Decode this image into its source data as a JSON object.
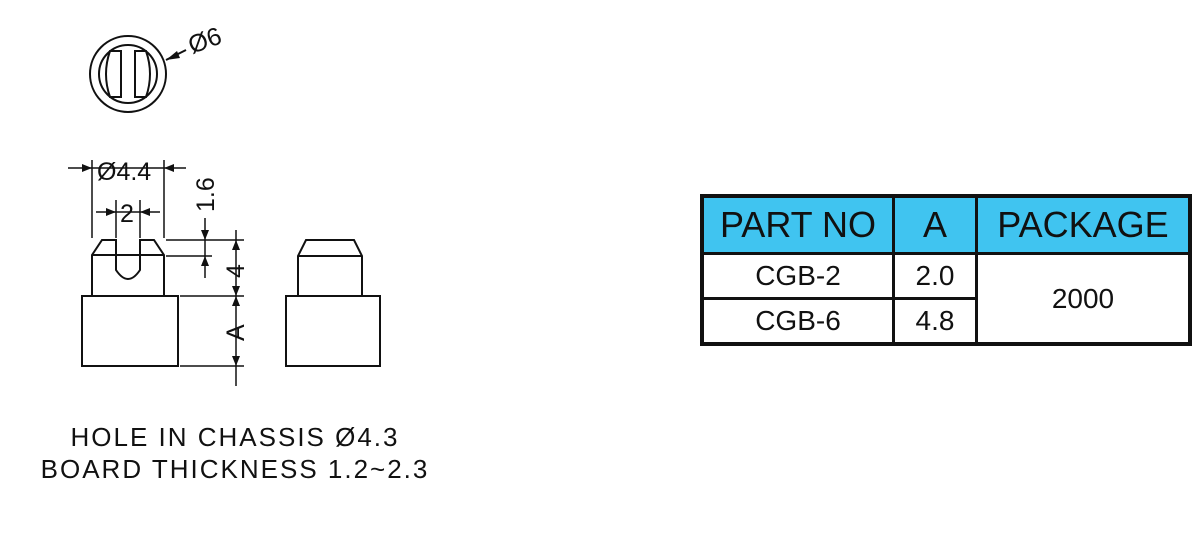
{
  "dimensions": {
    "top_diameter": "Ø6",
    "outer_diameter": "Ø4.4",
    "slot_width": "2",
    "chamfer": "1.6",
    "clip_height": "4",
    "base_height": "A"
  },
  "notes": {
    "line1": "HOLE IN CHASSIS Ø4.3",
    "line2": "BOARD THICKNESS 1.2~2.3"
  },
  "table": {
    "headers": [
      "PART NO",
      "A",
      "PACKAGE"
    ],
    "rows": [
      {
        "part_no": "CGB-2",
        "a": "2.0"
      },
      {
        "part_no": "CGB-6",
        "a": "4.8"
      }
    ],
    "package": "2000",
    "header_color": "#40c4f0"
  }
}
